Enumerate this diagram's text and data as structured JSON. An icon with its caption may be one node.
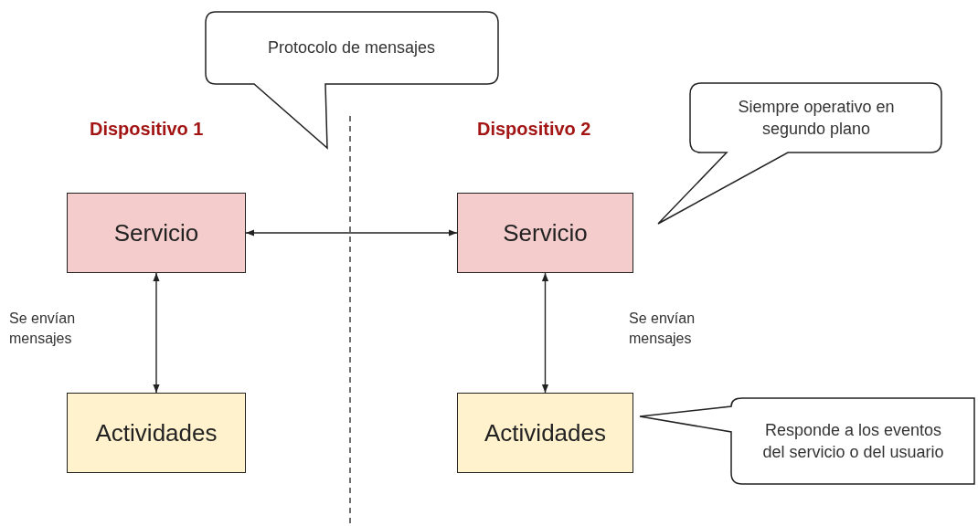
{
  "diagram": {
    "nodes": [
      {
        "text": [
          "Protocolo de mensajes"
        ]
      },
      {
        "text": [
          "Siempre operativo en segundo plano"
        ]
      },
      {
        "text": [
          "Servicio"
        ]
      },
      {
        "text": [
          "Servicio"
        ]
      },
      {
        "text": [
          "Actividades"
        ]
      },
      {
        "text": [
          "Actividades"
        ]
      },
      {
        "text": [
          "Responde a los eventos del servicio o del usuario"
        ]
      }
    ],
    "edges": [
      {
        "from": 2,
        "to": 3,
        "arrow": "both"
      },
      {
        "from": 2,
        "to": 4,
        "arrow": "both"
      },
      {
        "from": 3,
        "to": 5,
        "arrow": "both"
      }
    ],
    "labels": [
      "Dispositivo 1",
      "Dispositivo 2",
      "Se envían mensajes",
      "Se envían mensajes"
    ]
  }
}
